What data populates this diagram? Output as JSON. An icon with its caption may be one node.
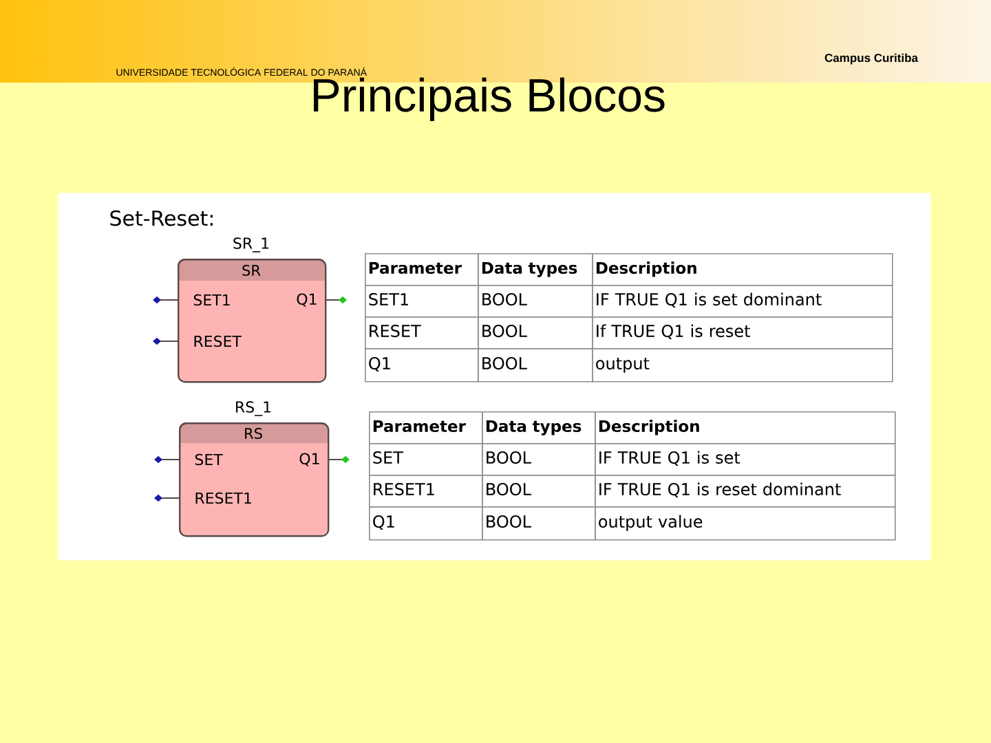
{
  "diagram": {
    "title": "Principais Blocos",
    "nodes": [
      {
        "text": [
          "Set-Reset:"
        ]
      },
      {
        "text": [
          "SR_1",
          "SR",
          "SET1",
          "Q1",
          "RESET"
        ],
        "in": 0
      },
      {
        "text": [
          "RS_1",
          "RS",
          "SET",
          "Q1",
          "RESET1"
        ],
        "in": 0
      }
    ],
    "labels": [
      "UNIVERSIDADE TECNOLÓGICA FEDERAL DO PARANÁ",
      "Campus Curitiba",
      "Parameter",
      "Data types",
      "Description",
      "SET1",
      "BOOL",
      "IF TRUE Q1 is set dominant",
      "RESET",
      "BOOL",
      "If TRUE Q1 is reset",
      "Q1",
      "BOOL",
      "output",
      "Parameter",
      "Data types",
      "Description",
      "SET",
      "BOOL",
      "IF TRUE Q1 is set",
      "RESET1",
      "BOOL",
      "IF TRUE Q1 is reset dominant",
      "Q1",
      "BOOL",
      "output value"
    ]
  }
}
